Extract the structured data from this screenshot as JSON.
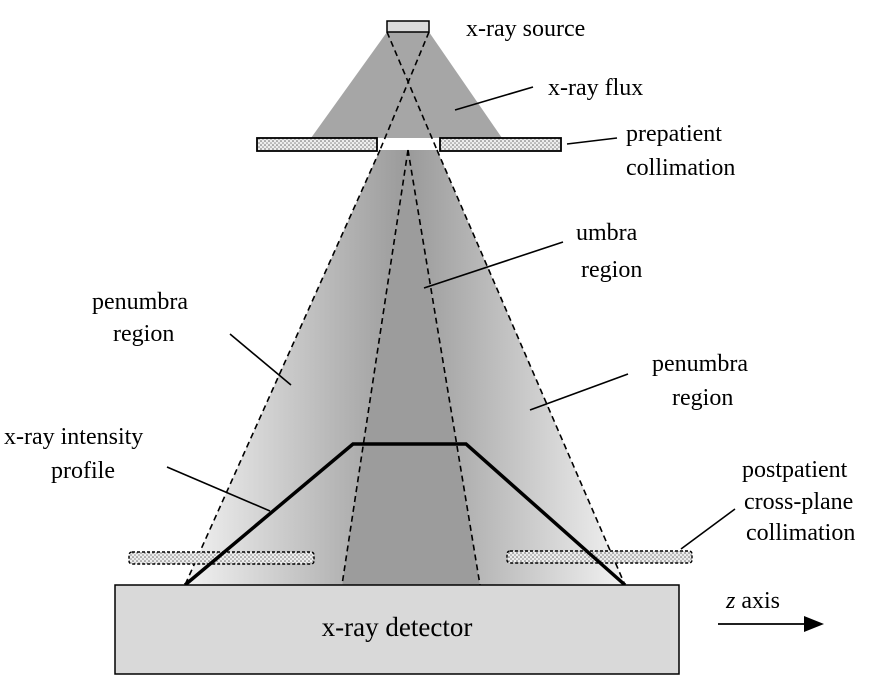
{
  "labels": {
    "xray_source": "x-ray source",
    "xray_flux": "x-ray flux",
    "prepatient_line1": "prepatient",
    "prepatient_line2": "collimation",
    "umbra_line1": "umbra",
    "umbra_line2": "region",
    "penumbra_left_line1": "penumbra",
    "penumbra_left_line2": "region",
    "penumbra_right_line1": "penumbra",
    "penumbra_right_line2": "region",
    "intensity_line1": "x-ray intensity",
    "intensity_line2": "profile",
    "postpatient_line1": "postpatient",
    "postpatient_line2": "cross-plane",
    "postpatient_line3": "collimation",
    "detector": "x-ray detector",
    "z_axis_var": "z",
    "z_axis_word": " axis"
  },
  "colors": {
    "flux_fill": "#a6a6a6",
    "umbra_fill": "#9c9c9c",
    "penumbra_dark": "#9a9a9a",
    "penumbra_light": "#f2f2f2",
    "detector_fill": "#d9d9d9",
    "collimator_fill": "#e6e6e6",
    "source_fill": "#dcdcdc",
    "line": "#000000"
  }
}
